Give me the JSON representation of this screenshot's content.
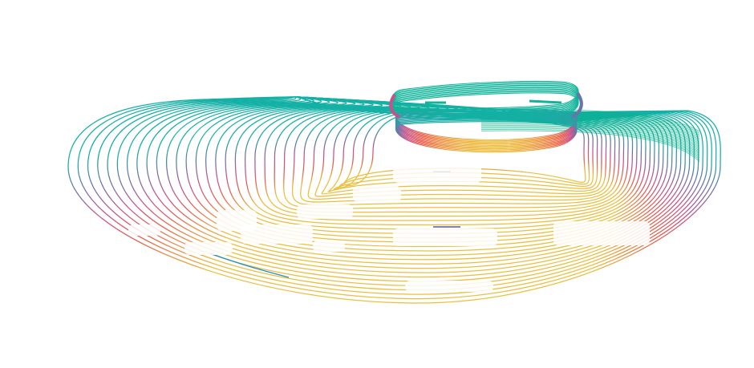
{
  "artwork": {
    "style": "contour-line abstract",
    "palette": [
      "#13b0a5",
      "#6a74a8",
      "#c8518c",
      "#e85d4a",
      "#ecbe3c",
      "#05b087"
    ],
    "shapes": [
      "large-contour-disc",
      "small-twisted-ring"
    ]
  }
}
